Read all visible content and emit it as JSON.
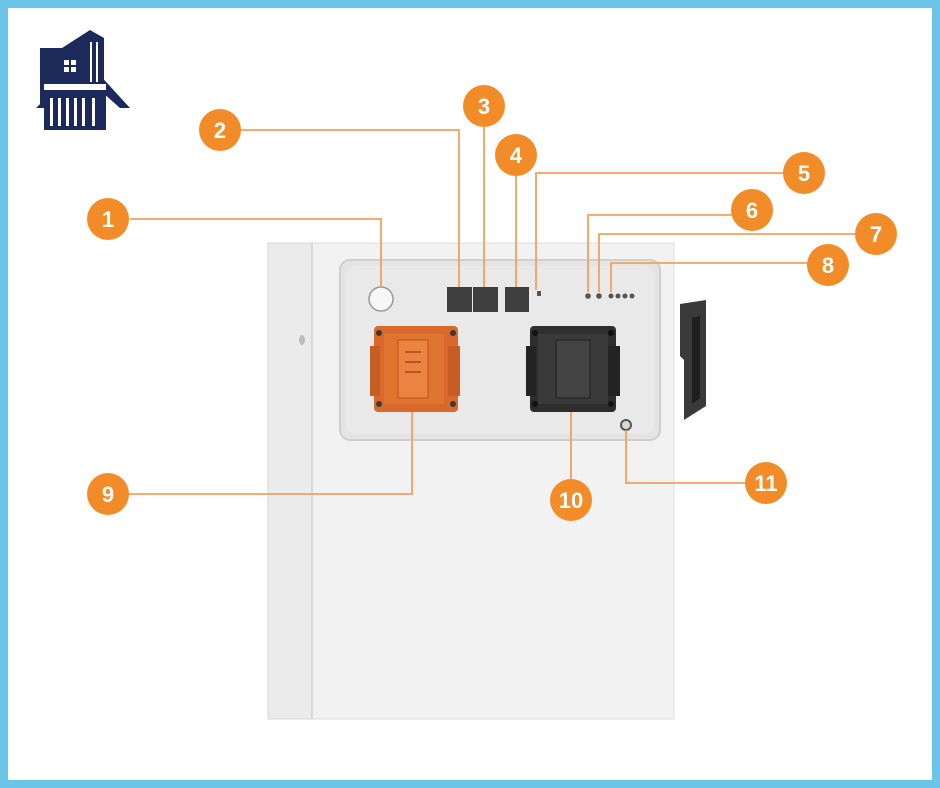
{
  "colors": {
    "frame": "#6cc3e8",
    "accent": "#f28c28",
    "logo": "#1b2a5a",
    "cabinet": "#f0f0f0",
    "panel": "#e2e2e2",
    "orange_connector": "#d96a2a",
    "black_connector": "#2e2e2e"
  },
  "callouts": [
    {
      "label": "1"
    },
    {
      "label": "2"
    },
    {
      "label": "3"
    },
    {
      "label": "4"
    },
    {
      "label": "5"
    },
    {
      "label": "6"
    },
    {
      "label": "7"
    },
    {
      "label": "8"
    },
    {
      "label": "9"
    },
    {
      "label": "10"
    },
    {
      "label": "11"
    }
  ]
}
